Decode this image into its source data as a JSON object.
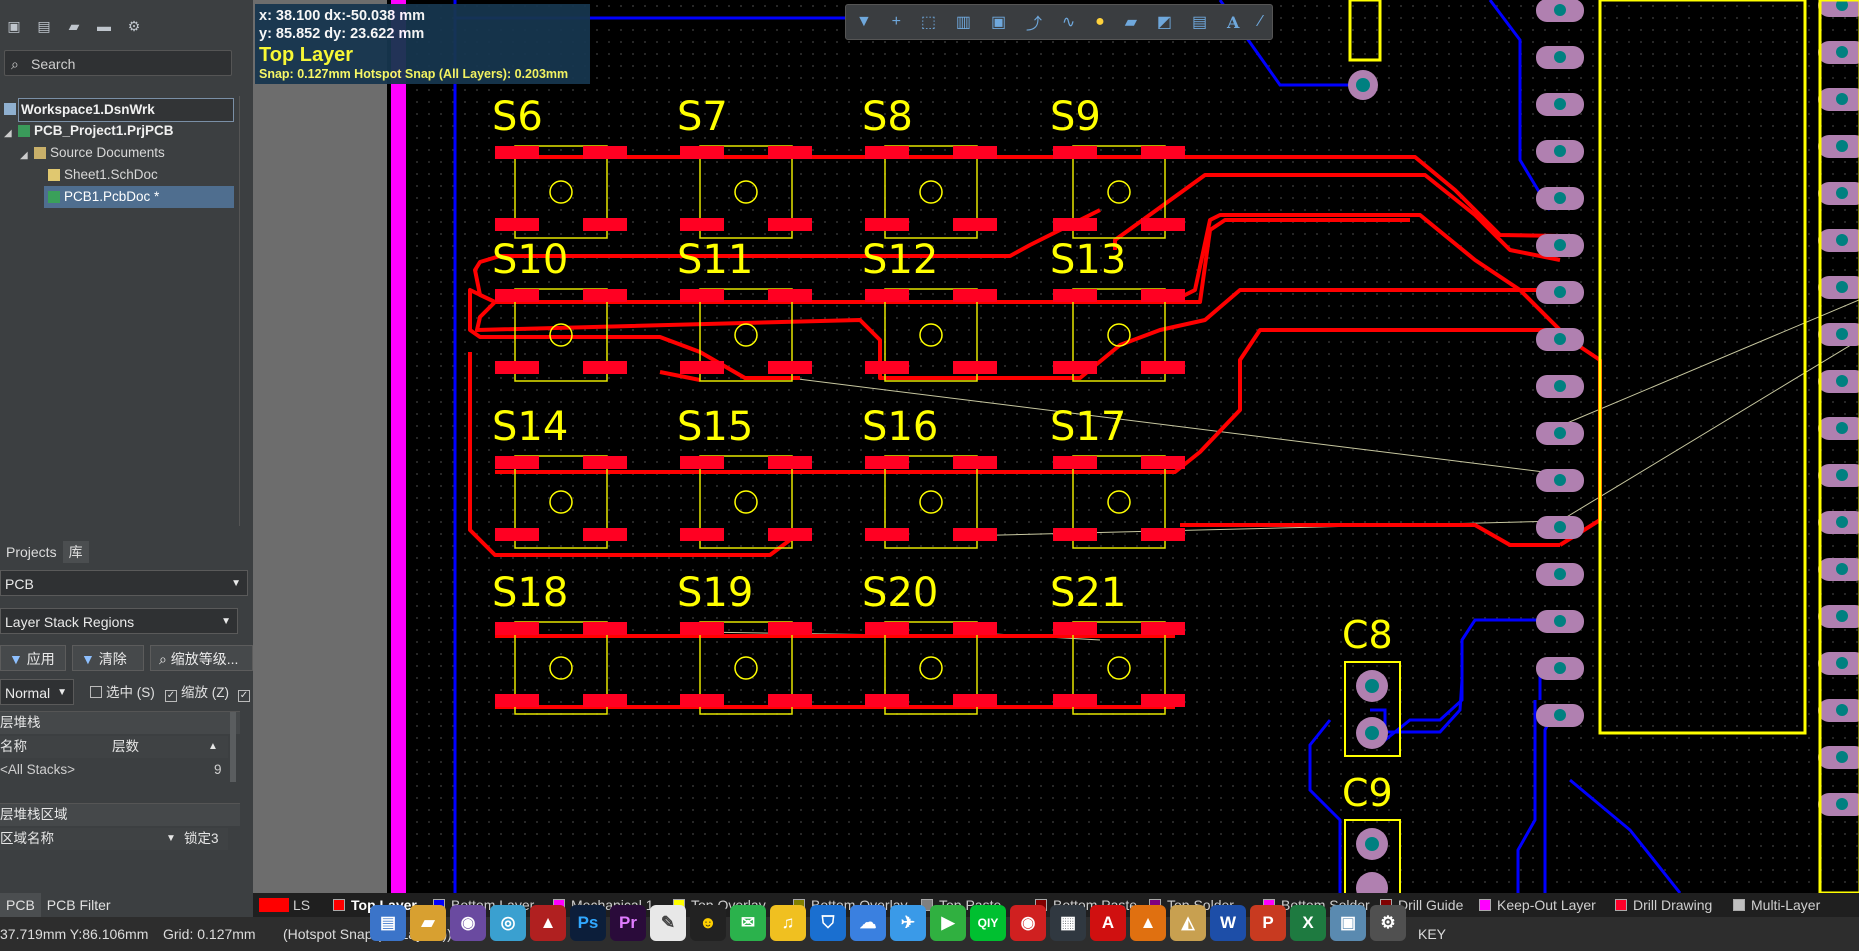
{
  "hud": {
    "line1": "x: 38.100   dx:-50.038 mm",
    "line2": "y: 85.852   dy: 23.622 mm",
    "layer": "Top Layer",
    "snap": "Snap: 0.127mm Hotspot Snap (All Layers): 0.203mm"
  },
  "left_panel": {
    "search_placeholder": "Search",
    "tree": [
      {
        "label": "Workspace1.DsnWrk"
      },
      {
        "label": "PCB_Project1.PrjPCB"
      },
      {
        "label": "Source Documents"
      },
      {
        "label": "Sheet1.SchDoc"
      },
      {
        "label": "PCB1.PcbDoc *"
      }
    ],
    "tabs": [
      "Projects",
      "库"
    ],
    "mode_dropdown": "PCB",
    "filter_dropdown": "Layer Stack Regions",
    "buttons": {
      "apply": "应用",
      "clear": "清除",
      "zoom": "缩放等级..."
    },
    "view_mode": "Normal",
    "checks": {
      "select": "选中 (S)",
      "zoom": "缩放 (Z)"
    },
    "stack_group": "层堆栈",
    "stack_columns": [
      "名称",
      "层数"
    ],
    "stack_row": {
      "name": "<All Stacks>",
      "count": "9"
    },
    "region_group": "层堆栈区域",
    "region_columns": [
      "区域名称",
      "锁定3"
    ],
    "bottom_tabs": [
      "PCB",
      "PCB Filter"
    ]
  },
  "components": {
    "switches": [
      "S6",
      "S7",
      "S8",
      "S9",
      "S10",
      "S11",
      "S12",
      "S13",
      "S14",
      "S15",
      "S16",
      "S17",
      "S18",
      "S19",
      "S20",
      "S21"
    ],
    "caps": [
      "C8",
      "C9"
    ]
  },
  "layers": {
    "ls": "LS",
    "items": [
      {
        "label": "Top Layer",
        "color": "#ff0000"
      },
      {
        "label": "Bottom Layer",
        "color": "#0000ff"
      },
      {
        "label": "Mechanical 1",
        "color": "#ff00ff"
      },
      {
        "label": "Top Overlay",
        "color": "#ffff00"
      },
      {
        "label": "Bottom Overlay",
        "color": "#808000"
      },
      {
        "label": "Top Paste",
        "color": "#808080"
      },
      {
        "label": "Bottom Paste",
        "color": "#800000"
      },
      {
        "label": "Top Solder",
        "color": "#800080"
      },
      {
        "label": "Bottom Solder",
        "color": "#ff00ff"
      },
      {
        "label": "Drill Guide",
        "color": "#800000"
      },
      {
        "label": "Keep-Out Layer",
        "color": "#ff00ff"
      },
      {
        "label": "Drill Drawing",
        "color": "#ff002a"
      },
      {
        "label": "Multi-Layer",
        "color": "#c0c0c0"
      }
    ]
  },
  "status": {
    "coords": "37.719mm Y:86.106mm",
    "grid": "Grid: 0.127mm",
    "snap": "(Hotspot Snap (All Layers))",
    "right": "KEY"
  },
  "taskbar": [
    "Ps",
    "Pr",
    "QIY",
    "A",
    "P",
    "X",
    "W"
  ]
}
